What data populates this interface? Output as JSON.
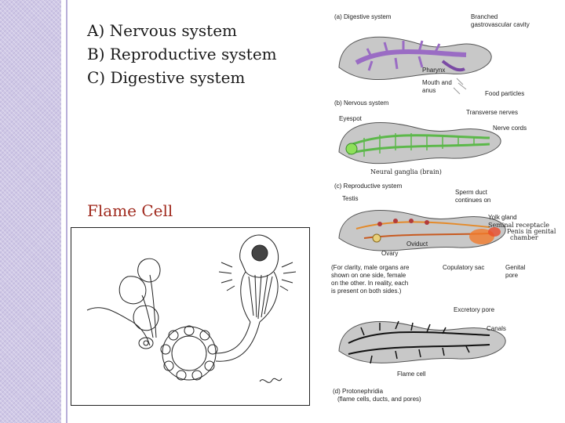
{
  "options": [
    "A) Nervous system",
    "B) Reproductive system",
    "C) Digestive system"
  ],
  "flame_cell_title": "Flame Cell",
  "colors": {
    "title_red": "#a02a1e",
    "sidebar": "#cfc8e6",
    "digestive": "#9a6cc4",
    "nervous": "#5cb84a",
    "reproductive": "#e48a2a"
  },
  "figure_labels": {
    "a_title": "(a) Digestive system",
    "a_branched": "Branched",
    "a_gastro": "gastrovascular cavity",
    "a_pharynx": "Pharynx",
    "a_mouth": "Mouth and",
    "a_anus": "anus",
    "a_food": "Food particles",
    "b_title": "(b) Nervous system",
    "b_eyespot": "Eyespot",
    "b_transverse": "Transverse nerves",
    "b_cords": "Nerve cords",
    "b_ganglia": "Neural ganglia (brain)",
    "c_title": "(c) Reproductive system",
    "c_testis": "Testis",
    "c_sperm1": "Sperm duct",
    "c_sperm2": "continues on",
    "c_yolk": "Yolk gland",
    "c_seminal": "Seminal receptacle",
    "c_penis": "Penis in genital",
    "c_chamber": "chamber",
    "c_ovary": "Ovary",
    "c_oviduct": "Oviduct",
    "c_copulatory": "Copulatory sac",
    "c_genital1": "Genital",
    "c_genital2": "pore",
    "c_note1": "(For clarity, male organs are",
    "c_note2": "shown on one side, female",
    "c_note3": "on the other. In reality, each",
    "c_note4": "is present on both sides.)",
    "d_excretory": "Excretory pore",
    "d_canals": "Canals",
    "d_flame": "Flame cell",
    "d_title": "(d) Protonephridia",
    "d_sub": "(flame cells, ducts, and pores)"
  }
}
